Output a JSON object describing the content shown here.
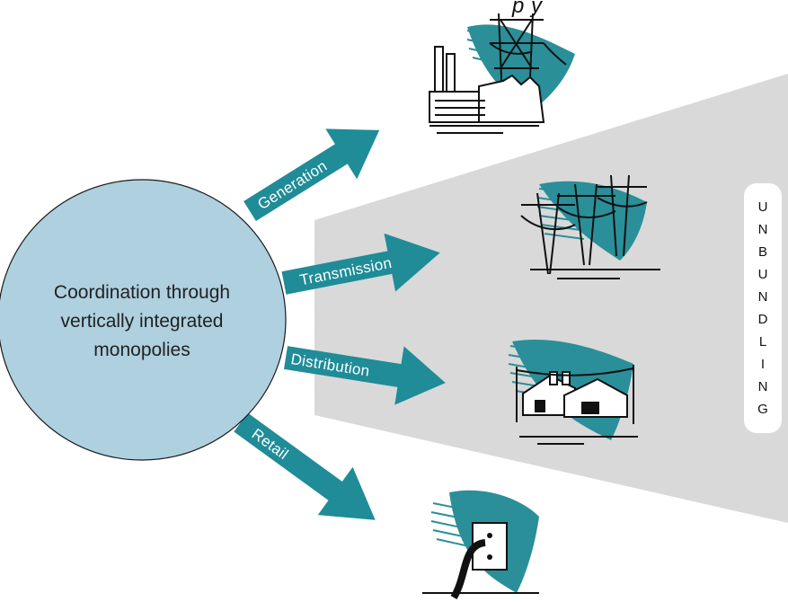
{
  "title_fragment": "p",
  "title_fragment_2": "y",
  "center_label": {
    "line1": "Coordination through",
    "line2": "vertically integrated",
    "line3": "monopolies"
  },
  "arrows": {
    "generation": "Generation",
    "transmission": "Transmission",
    "distribution": "Distribution",
    "retail": "Retail"
  },
  "unbundling_letters": [
    "U",
    "N",
    "B",
    "U",
    "N",
    "D",
    "L",
    "I",
    "N",
    "G"
  ],
  "colors": {
    "circle_fill": "#aed0df",
    "arrow_fill": "#1f8c98",
    "wedge_fill": "#d9d9d9",
    "swoosh_fill": "#2a8f98"
  },
  "icons": [
    "power-plant-icon",
    "transmission-towers-icon",
    "houses-icon",
    "wall-outlet-icon"
  ]
}
